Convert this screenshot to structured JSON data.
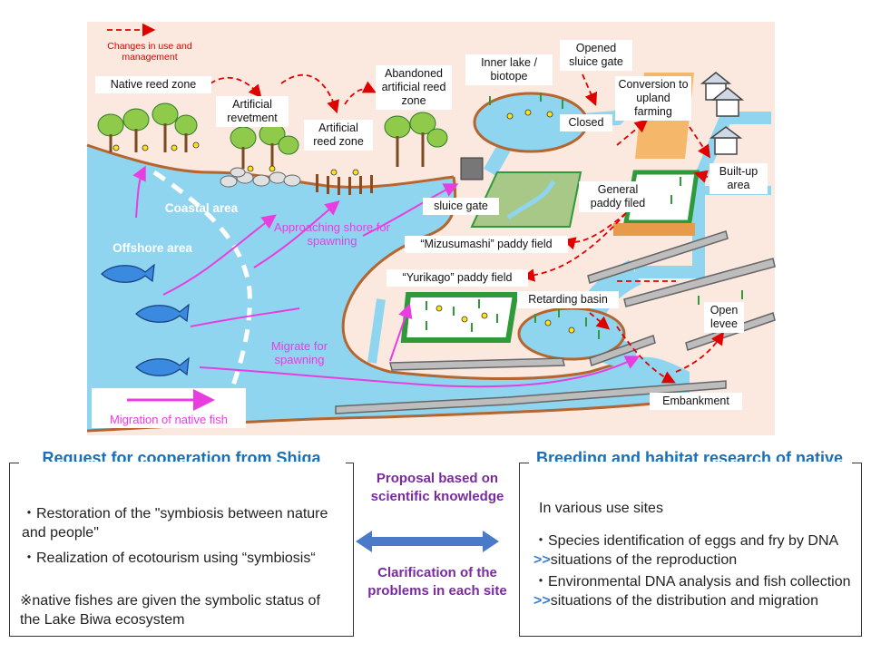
{
  "diagram": {
    "legend_changes": "Changes in use and management",
    "labels": {
      "native_reed_zone": "Native reed zone",
      "artificial_revetment": "Artificial revetment",
      "artificial_reed_zone": "Artificial reed zone",
      "abandoned_reed_zone": "Abandoned artificial reed zone",
      "inner_lake": "Inner lake / biotope",
      "opened_sluice_gate": "Opened sluice gate",
      "closed": "Closed",
      "conversion": "Conversion to upland farming",
      "built_up": "Built-up area",
      "general_paddy": "General paddy filed",
      "sluice_gate": "sluice gate",
      "mizusumashi": "“Mizusumashi” paddy field",
      "yurikago": "“Yurikago” paddy field",
      "retarding_basin": "Retarding basin",
      "open_levee": "Open levee",
      "embankment": "Embankment",
      "coastal_area": "Coastal area",
      "offshore_area": "Offshore area",
      "approaching_shore": "Approaching shore for spawning",
      "migrate_spawning": "Migrate for spawning",
      "migration_native": "Migration of native fish"
    }
  },
  "left_panel": {
    "title": "Request for cooperation from Shiga Prefecture",
    "items": [
      "・Restoration of the \"symbiosis between nature and people\"",
      "・Realization of ecotourism using “symbiosis“",
      "※native fishes are given the symbolic status of the Lake Biwa ecosystem"
    ]
  },
  "middle": {
    "top": "Proposal based on scientific knowledge",
    "bottom": "Clarification of the problems in each site"
  },
  "right_panel": {
    "title": "Breeding and habitat research of native fishes",
    "intro": "In various use sites",
    "item1_pre": "・Species identification of eggs and fry by DNA ",
    "item1_arrow": ">>",
    "item1_post": "situations of the reproduction",
    "item2_pre": "・Environmental DNA analysis and fish collection ",
    "item2_arrow": ">>",
    "item2_post": "situations of the distribution  and migration"
  },
  "colors": {
    "background": "#fbe8df",
    "water": "#8fd5f0",
    "shore": "#b5652e",
    "arrow_red": "#e00000",
    "magenta": "#e83ee0",
    "paddy_green": "#2e9a3a",
    "title_blue": "#1a6fb5",
    "middle_purple": "#7a2aa0"
  }
}
